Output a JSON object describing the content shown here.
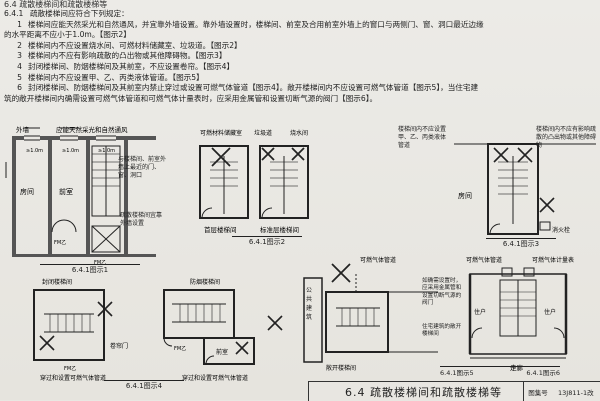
{
  "header": "6.4  疏散楼梯间和疏散楼梯等",
  "clauses": [
    {
      "num": "6.4.1",
      "text": "疏散楼梯间应符合下列规定："
    },
    {
      "num": "1",
      "text": "楼梯间应能天然采光和自然通风，并宜靠外墙设置。靠外墙设置时，楼梯间、前室及合用前室外墙上的窗口与两侧门、窗、洞口最近边缘"
    },
    {
      "num": "",
      "text": "的水平距离不应小于1.0m。【图示2】"
    },
    {
      "num": "2",
      "text": "楼梯间内不应设置烧水间、可燃材料储藏室、垃圾道。【图示2】"
    },
    {
      "num": "3",
      "text": "楼梯间内不应有影响疏散的凸出物或其他障碍物。【图示3】"
    },
    {
      "num": "4",
      "text": "封闭楼梯间、防烟楼梯间及其前室，不应设置卷帘。【图示4】"
    },
    {
      "num": "5",
      "text": "楼梯间内不应设置甲、乙、丙类液体管道。【图示5】"
    },
    {
      "num": "6",
      "text": "封闭楼梯间、防烟楼梯间及其前室内禁止穿过或设置可燃气体管道【图示4】。敞开楼梯间内不应设置可燃气体管道【图示5】，当住宅建"
    },
    {
      "num": "",
      "text": "筑的敞开楼梯间内确需设置可燃气体管道和可燃气体计量表时，应采用金属管和设置切断气源的阀门【图示6】。"
    }
  ],
  "fig1": {
    "caption": "6.4.1图示1",
    "labels": {
      "exterior_wall": "外墙",
      "stair_light": "应能天然采光和自然通风",
      "note_distance": "与楼梯间、前室外墙上最近的门、窗、洞口",
      "note_exterior": "疏散楼梯间宜靠外墙设置",
      "room_left": "房间",
      "room_mid": "前室",
      "dim1": "≥1.0m",
      "dim2": "≥1.0m",
      "dim3": "≥1.0m",
      "fm_a": "FM乙",
      "fm_b": "FM乙"
    }
  },
  "fig2": {
    "caption": "6.4.1图示2",
    "labels": {
      "combustible_store": "可燃材料储藏室",
      "garbage_chute": "垃圾道",
      "boiling_room": "烧水间",
      "first_floor": "首层楼梯间",
      "standard_floor": "标准层楼梯间"
    }
  },
  "fig3": {
    "caption": "6.4.1图示3",
    "labels": {
      "no_liquid_pipe": "楼梯间内不应设置甲、乙、丙类液体管道",
      "no_obstacle": "楼梯间内不应有影响疏散的凸出物或其他障碍物",
      "room": "房间",
      "hydrant": "消火栓"
    }
  },
  "fig4": {
    "caption": "6.4.1图示4",
    "labels": {
      "enclosed_stair": "封闭楼梯间",
      "smokeproof_stair": "防烟楼梯间",
      "rolling_shutter": "卷帘门",
      "front_room": "前室",
      "fm_a": "FM乙",
      "fm_b": "FM乙",
      "pipe_through_a": "穿过和设置可燃气体管道",
      "pipe_through_b": "穿过和设置可燃气体管道"
    }
  },
  "fig5": {
    "caption": "6.4.1图示5",
    "labels": {
      "gas_pipe": "可燃气体管道",
      "public_building": "公共建筑",
      "open_stair": "敞开楼梯间"
    }
  },
  "fig6": {
    "caption": "6.4.1图示6",
    "labels": {
      "gas_pipe": "可燃气体管道",
      "gas_meter": "可燃气体计量表",
      "note_valve": "如确需设置时，应采用金属管和设置切断气源的阀门",
      "residence_a": "住户",
      "residence_b": "住户",
      "note_residential": "住宅建筑的敞开楼梯间",
      "corridor": "走廊"
    }
  },
  "footer": {
    "title": "6.4  疏散楼梯间和疏散楼梯等",
    "atlas_label": "图集号",
    "atlas_code": "13J811-1改"
  },
  "colors": {
    "ink": "#222222",
    "paper": "#e9e7e2",
    "hatch": "#555555"
  }
}
